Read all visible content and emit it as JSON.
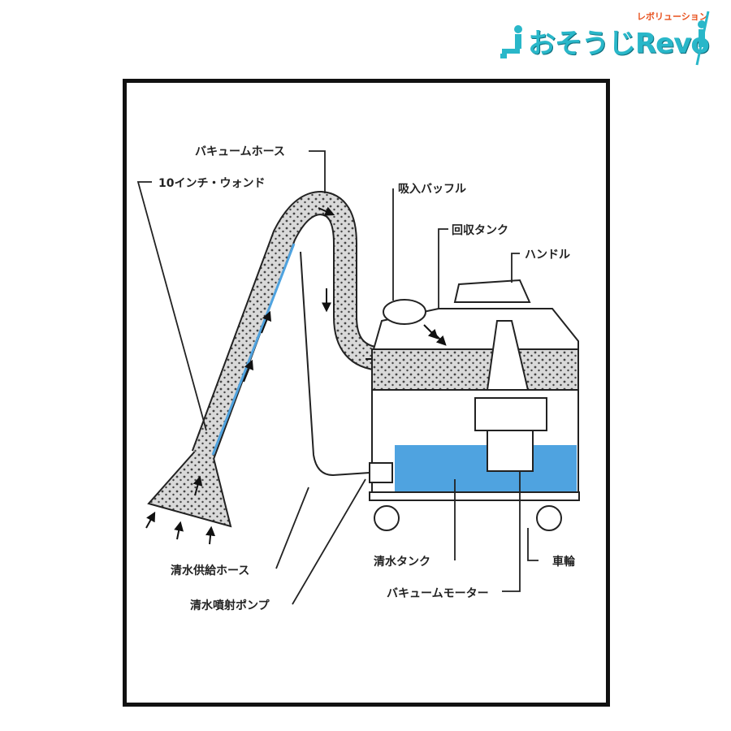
{
  "logo": {
    "name": "おそうじRevo",
    "ruby": "レボリューション"
  },
  "labels": {
    "vacuum_hose": "バキュームホース",
    "wand": "10インチ・ウォンド",
    "intake_baffle": "吸入バッフル",
    "recovery_tank": "回収タンク",
    "handle": "ハンドル",
    "clean_water_supply_hose": "清水供給ホース",
    "clean_water_spray_pump": "清水噴射ポンプ",
    "clean_water_tank": "清水タンク",
    "wheel": "車輪",
    "vacuum_motor": "バキュームモーター"
  },
  "colors": {
    "water": "#4fa3e0",
    "logo": "#29b7c9",
    "logo_accent": "#e8521f",
    "line": "#222222"
  }
}
